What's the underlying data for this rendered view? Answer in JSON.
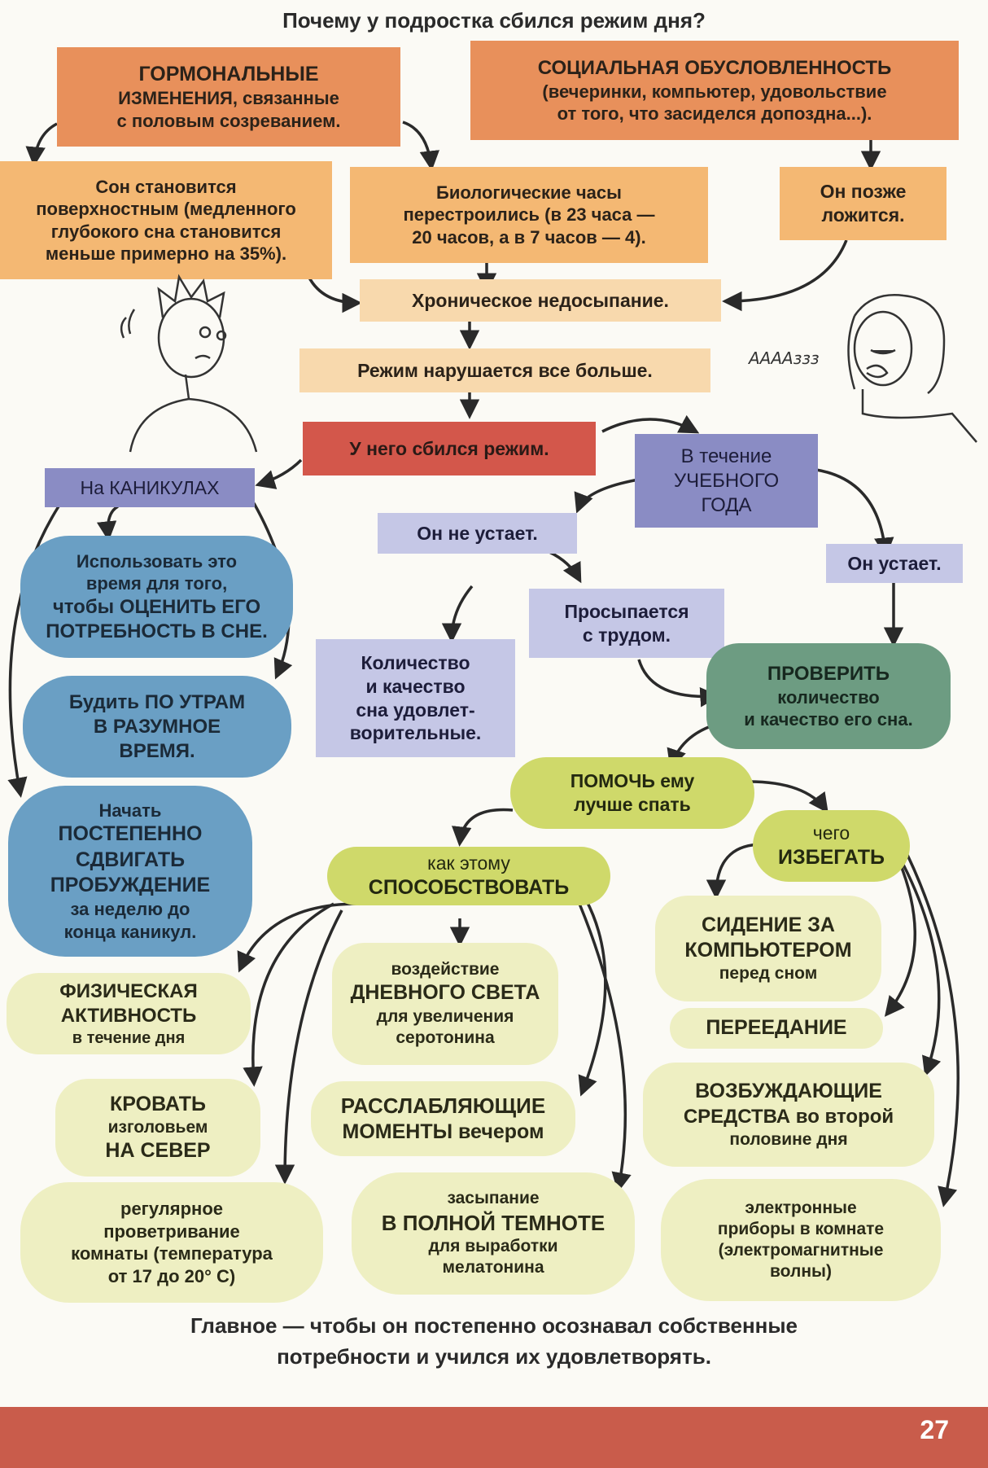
{
  "title": "Почему у подростка сбился режим дня?",
  "causes": {
    "hormonal": [
      "ГОРМОНАЛЬНЫЕ",
      "ИЗМЕНЕНИЯ, связанные",
      "с половым созреванием."
    ],
    "social": [
      "СОЦИАЛЬНАЯ ОБУСЛОВЛЕННОСТЬ",
      "(вечеринки, компьютер, удовольствие",
      "от того, что засиделся допоздна...)."
    ],
    "shallow_sleep": [
      "Сон становится",
      "поверхностным (медленного",
      "глубокого сна становится",
      "меньше примерно на 35%)."
    ],
    "bio_clock": [
      "Биологические часы",
      "перестроились (в 23 часа —",
      "20 часов, а в 7 часов — 4)."
    ],
    "later_bed": [
      "Он позже",
      "ложится."
    ]
  },
  "chain": {
    "chronic": "Хроническое недосыпание.",
    "worse": "Режим нарушается все больше.",
    "broken": "У него сбился режим."
  },
  "snore_text": "ААААззз",
  "holidays": {
    "label": "На КАНИКУЛАХ",
    "item1": [
      "Использовать это",
      "время для того,",
      "чтобы ОЦЕНИТЬ ЕГО",
      "ПОТРЕБНОСТЬ В СНЕ."
    ],
    "item2": [
      "Будить ПО УТРАМ",
      "В РАЗУМНОЕ",
      "ВРЕМЯ."
    ],
    "item3": [
      "Начать",
      "ПОСТЕПЕННО",
      "СДВИГАТЬ",
      "ПРОБУЖДЕНИЕ",
      "за неделю до",
      "конца каникул."
    ]
  },
  "school": {
    "label": [
      "В течение",
      "УЧЕБНОГО",
      "ГОДА"
    ],
    "not_tired": "Он не устает.",
    "tired": "Он устает.",
    "quality_ok": [
      "Количество",
      "и качество",
      "сна удовлет-",
      "ворительные."
    ],
    "wakes_hard": [
      "Просыпается",
      "с трудом."
    ],
    "check": [
      "ПРОВЕРИТЬ",
      "количество",
      "и качество его сна."
    ]
  },
  "help": [
    "ПОМОЧЬ ему",
    "лучше спать"
  ],
  "promote": {
    "label": [
      "как этому",
      "СПОСОБСТВОВАТЬ"
    ],
    "activity": [
      "ФИЗИЧЕСКАЯ",
      "АКТИВНОСТЬ",
      "в течение дня"
    ],
    "daylight": [
      "воздействие",
      "ДНЕВНОГО СВЕТА",
      "для увеличения",
      "серотонина"
    ],
    "bed_north": [
      "КРОВАТЬ",
      "изголовьем",
      "НА СЕВЕР"
    ],
    "relax": [
      "РАССЛАБЛЯЮЩИЕ",
      "МОМЕНТЫ вечером"
    ],
    "airing": [
      "регулярное",
      "проветривание",
      "комнаты (температура",
      "от 17 до 20° С)"
    ],
    "darkness": [
      "засыпание",
      "В ПОЛНОЙ ТЕМНОТЕ",
      "для выработки",
      "мелатонина"
    ]
  },
  "avoid": {
    "label": [
      "чего",
      "ИЗБЕГАТЬ"
    ],
    "computer": [
      "СИДЕНИЕ ЗА",
      "КОМПЬЮТЕРОМ",
      "перед сном"
    ],
    "overeating": "ПЕРЕЕДАНИЕ",
    "stimulants": [
      "ВОЗБУЖДАЮЩИЕ",
      "СРЕДСТВА во второй",
      "половине дня"
    ],
    "electronics": [
      "электронные",
      "приборы в комнате",
      "(электромагнитные",
      "волны)"
    ]
  },
  "footer": [
    "Главное — чтобы он постепенно осознавал собственные",
    "потребности и учился их удовлетворять."
  ],
  "page_number": "27",
  "colors": {
    "orange": "#e8905b",
    "light_orange": "#f4b873",
    "peach": "#f8d9ad",
    "red": "#d3574b",
    "purple": "#8a8cc4",
    "light_purple": "#c5c7e6",
    "blue": "#6a9fc4",
    "green": "#6d9c82",
    "lime": "#cfd96a",
    "cream": "#eeefc2",
    "bottom_bar": "#c95c4b"
  }
}
